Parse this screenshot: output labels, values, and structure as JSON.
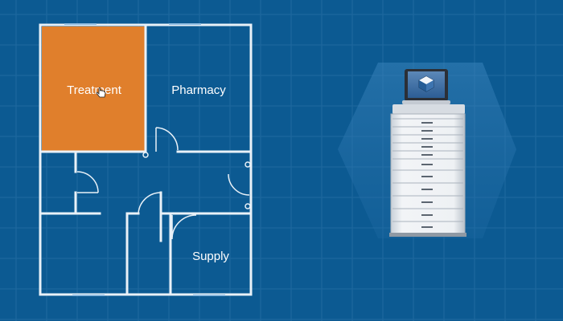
{
  "floor_plan": {
    "rooms": [
      {
        "id": "treatment",
        "label": "Treatment",
        "highlighted": true
      },
      {
        "id": "pharmacy",
        "label": "Pharmacy",
        "highlighted": false
      },
      {
        "id": "supply",
        "label": "Supply",
        "highlighted": false
      }
    ]
  },
  "colors": {
    "background": "#0c5a92",
    "grid_line": "#3a84bb",
    "wall": "#e9f1f8",
    "highlight_room": "#e07f2c",
    "cabinet_body": "#e6eaef",
    "cabinet_glow": "#2f79b2"
  },
  "icons": {
    "cursor": "hand-pointer-icon",
    "cabinet": "automated-dispensing-cabinet-icon",
    "screen_logo": "cube-logo-icon"
  }
}
